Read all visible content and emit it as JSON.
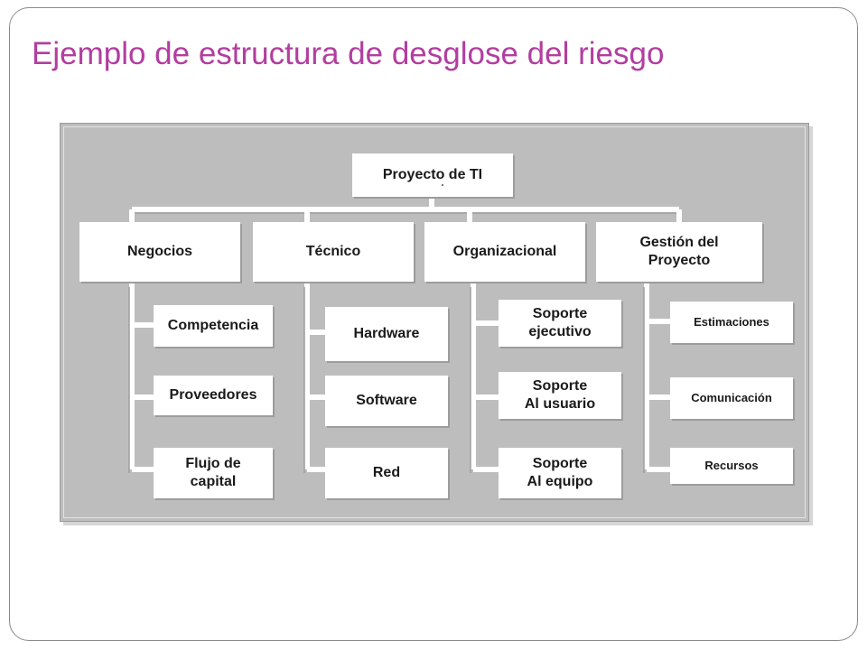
{
  "title": "Ejemplo de estructura de desglose del riesgo",
  "root": "Proyecto de TI",
  "categories": [
    {
      "label": "Negocios",
      "items": [
        "Competencia",
        "Proveedores",
        "Flujo de\ncapital"
      ]
    },
    {
      "label": "Técnico",
      "items": [
        "Hardware",
        "Software",
        "Red"
      ]
    },
    {
      "label": "Organizacional",
      "items": [
        "Soporte\nejecutivo",
        "Soporte\nAl usuario",
        "Soporte\nAl equipo"
      ]
    },
    {
      "label": "Gestión del\nProyecto",
      "items": [
        "Estimaciones",
        "Comunicación",
        "Recursos"
      ]
    }
  ],
  "colors": {
    "title": "#b23ea0",
    "panel": "#bdbdbd",
    "connector": "#ffffff",
    "box": "#ffffff"
  }
}
